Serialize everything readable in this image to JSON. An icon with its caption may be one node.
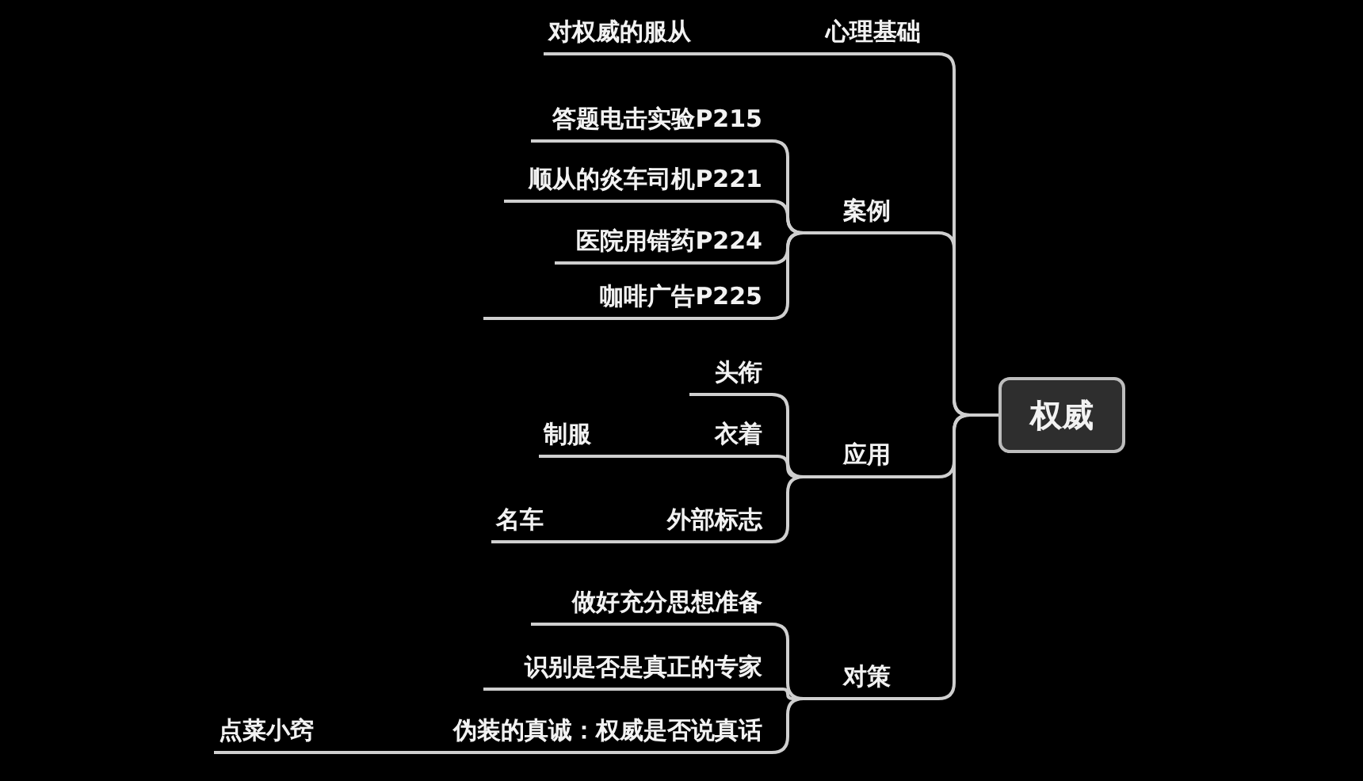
{
  "diagram": {
    "nodes": [
      {
        "text": [
          "权威"
        ]
      },
      {
        "text": [
          "心理基础"
        ]
      },
      {
        "text": [
          "对权威的服从"
        ]
      },
      {
        "text": [
          "案例"
        ]
      },
      {
        "text": [
          "答题电击实验P215"
        ]
      },
      {
        "text": [
          "顺从的炎车司机P221"
        ]
      },
      {
        "text": [
          "医院用错药P224"
        ]
      },
      {
        "text": [
          "咖啡广告P225"
        ]
      },
      {
        "text": [
          "应用"
        ]
      },
      {
        "text": [
          "头衔"
        ]
      },
      {
        "text": [
          "衣着"
        ]
      },
      {
        "text": [
          "制服"
        ]
      },
      {
        "text": [
          "外部标志"
        ]
      },
      {
        "text": [
          "名车"
        ]
      },
      {
        "text": [
          "对策"
        ]
      },
      {
        "text": [
          "做好充分思想准备"
        ]
      },
      {
        "text": [
          "识别是否是真正的专家"
        ]
      },
      {
        "text": [
          "伪装的真诚：权威是否说真话"
        ]
      },
      {
        "text": [
          "点菜小窍"
        ]
      }
    ],
    "edges": [
      {
        "from": 0,
        "to": 1,
        "arrow": "none"
      },
      {
        "from": 1,
        "to": 2,
        "arrow": "none"
      },
      {
        "from": 0,
        "to": 3,
        "arrow": "none"
      },
      {
        "from": 3,
        "to": 4,
        "arrow": "none"
      },
      {
        "from": 3,
        "to": 5,
        "arrow": "none"
      },
      {
        "from": 3,
        "to": 6,
        "arrow": "none"
      },
      {
        "from": 3,
        "to": 7,
        "arrow": "none"
      },
      {
        "from": 0,
        "to": 8,
        "arrow": "none"
      },
      {
        "from": 8,
        "to": 9,
        "arrow": "none"
      },
      {
        "from": 8,
        "to": 10,
        "arrow": "none"
      },
      {
        "from": 10,
        "to": 11,
        "arrow": "none"
      },
      {
        "from": 8,
        "to": 12,
        "arrow": "none"
      },
      {
        "from": 12,
        "to": 13,
        "arrow": "none"
      },
      {
        "from": 0,
        "to": 14,
        "arrow": "none"
      },
      {
        "from": 14,
        "to": 15,
        "arrow": "none"
      },
      {
        "from": 14,
        "to": 16,
        "arrow": "none"
      },
      {
        "from": 14,
        "to": 17,
        "arrow": "none"
      },
      {
        "from": 17,
        "to": 18,
        "arrow": "none"
      }
    ]
  }
}
